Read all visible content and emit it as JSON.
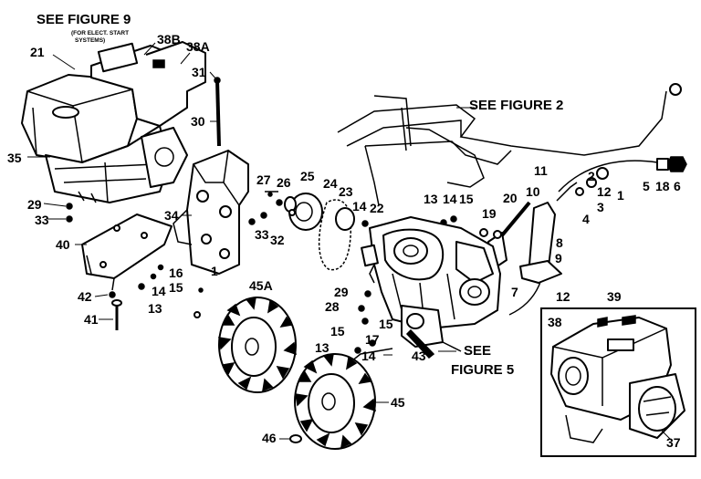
{
  "references": {
    "see_figure_9": "SEE  FIGURE 9",
    "elect_start_note_1": "(FOR ELECT. START",
    "elect_start_note_2": "SYSTEMS)",
    "see_figure_2": "SEE  FIGURE 2",
    "see_figure_5_a": "SEE",
    "see_figure_5_b": "FIGURE 5"
  },
  "callouts": {
    "c21": "21",
    "c38b": "38B",
    "c38a": "38A",
    "c31": "31",
    "c30": "30",
    "c35": "35",
    "c29a": "29",
    "c33a": "33",
    "c34": "34",
    "c27": "27",
    "c26": "26",
    "c25": "25",
    "c24": "24",
    "c23": "23",
    "c14a": "14",
    "c22": "22",
    "c33b": "33",
    "c32": "32",
    "c40": "40",
    "c16": "16",
    "c1a": "1",
    "c15a": "15",
    "c14b": "14",
    "c13a": "13",
    "c42": "42",
    "c41": "41",
    "c45a": "45A",
    "c13b": "13",
    "c14c": "14",
    "c15b": "15",
    "c20": "20",
    "c19": "19",
    "c11": "11",
    "c10": "10",
    "c2": "2",
    "c12a": "12",
    "c1b": "1",
    "c3": "3",
    "c4": "4",
    "c5": "5",
    "c18": "18",
    "c6": "6",
    "c8": "8",
    "c9": "9",
    "c7": "7",
    "c12b": "12",
    "c29b": "29",
    "c28": "28",
    "c15c": "15",
    "c15d": "15",
    "c17": "17",
    "c13c": "13",
    "c14d": "14",
    "c43": "43",
    "c45": "45",
    "c46": "46",
    "c38": "38",
    "c39": "39",
    "c37": "37"
  }
}
